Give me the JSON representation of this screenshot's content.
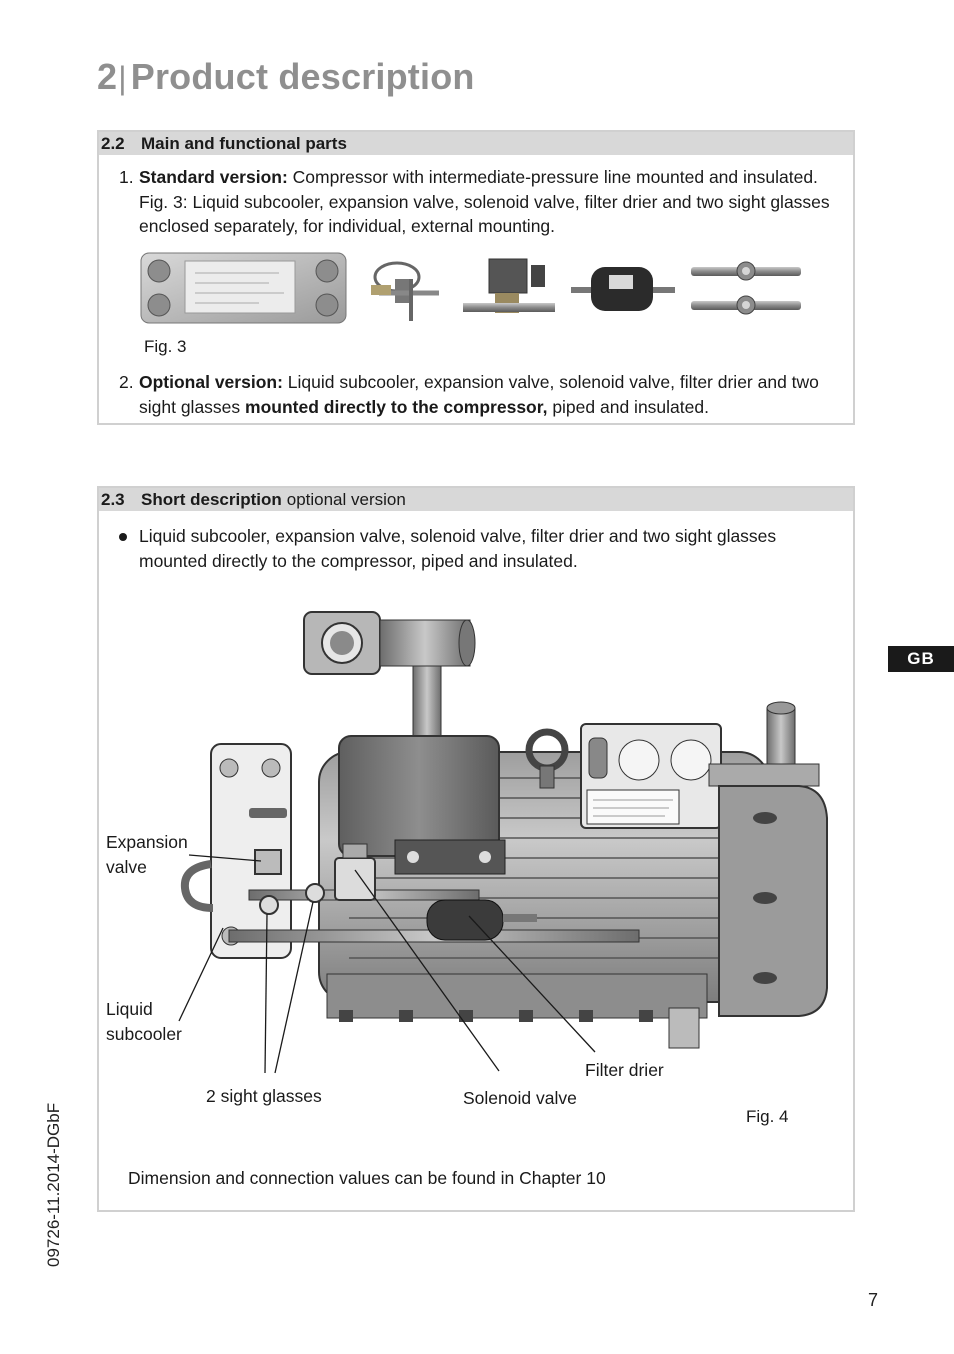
{
  "page": {
    "chapter_number": "2",
    "chapter_title": "Product description",
    "language_tab": "GB",
    "document_id": "09726-11.2014-DGbF",
    "page_number": "7"
  },
  "section_2_2": {
    "number": "2.2",
    "title": "Main and functional parts",
    "item1": {
      "label": "1.",
      "bold": "Standard version:",
      "text_line1": " Compressor with intermediate-pressure line mounted and insulated.",
      "text_rest": "Fig. 3: Liquid subcooler, expansion valve, solenoid valve, filter drier and two sight glasses enclosed separately, for individual, external mounting."
    },
    "figure_caption": "Fig. 3",
    "item2": {
      "label": "2.",
      "bold": "Optional version:",
      "text1": " Liquid subcooler, expansion valve, solenoid valve, filter drier and two sight glasses ",
      "bold2": "mounted directly to the compressor,",
      "text2": " piped and insulated."
    }
  },
  "section_2_3": {
    "number": "2.3",
    "title": "Short description",
    "subtitle": "optional version",
    "bullet": "Liquid subcooler, expansion valve, solenoid valve, filter drier and two sight glasses mounted directly to the compressor, piped and insulated.",
    "callouts": {
      "expansion_valve": "Expansion valve",
      "liquid_subcooler": "Liquid subcooler",
      "sight_glasses": "2 sight glasses",
      "solenoid_valve": "Solenoid valve",
      "filter_drier": "Filter drier"
    },
    "figure_caption": "Fig. 4",
    "note": "Dimension and connection values can be found in Chapter 10"
  }
}
